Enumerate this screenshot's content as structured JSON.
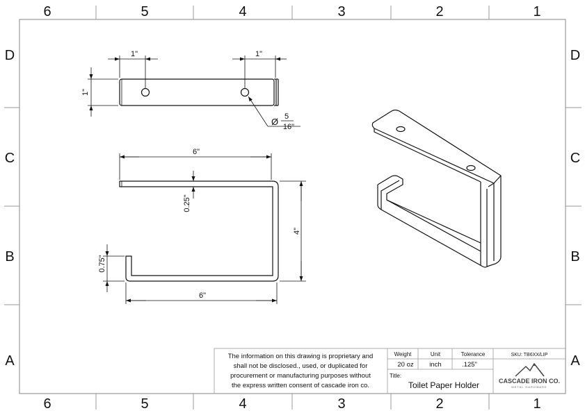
{
  "border": {
    "columns": [
      "6",
      "5",
      "4",
      "3",
      "2",
      "1"
    ],
    "rows": [
      "D",
      "C",
      "B",
      "A"
    ]
  },
  "top_view": {
    "dim_hole_left": "1\"",
    "dim_hole_right": "1\"",
    "dim_height": "1\"",
    "hole_note_symbol": "Ø",
    "hole_note_num": "5",
    "hole_note_den": "16\""
  },
  "front_view": {
    "dim_top_length": "6\"",
    "dim_thickness": "0.25\"",
    "dim_height": "4\"",
    "dim_lip_height": "0.75\"",
    "dim_bottom_length": "6\""
  },
  "title_block": {
    "notice_lines": [
      "The information on this drawing is proprietary and",
      "shall not be disclosed., used, or duplicated for",
      "procurement or manufacturing purposes without",
      "the express written consent of cascade iron co."
    ],
    "headers": {
      "weight": "Weight",
      "unit": "Unit",
      "tolerance": "Tolerance"
    },
    "values": {
      "weight": "20 oz",
      "unit": "inch",
      "tolerance": ".125\""
    },
    "sku": "SKU: TB6XX/LIP",
    "title_label": "Title:",
    "title": "Toilet Paper Holder",
    "company": "CASCADE IRON CO.",
    "company_tagline": "METAL HARDWARE"
  }
}
